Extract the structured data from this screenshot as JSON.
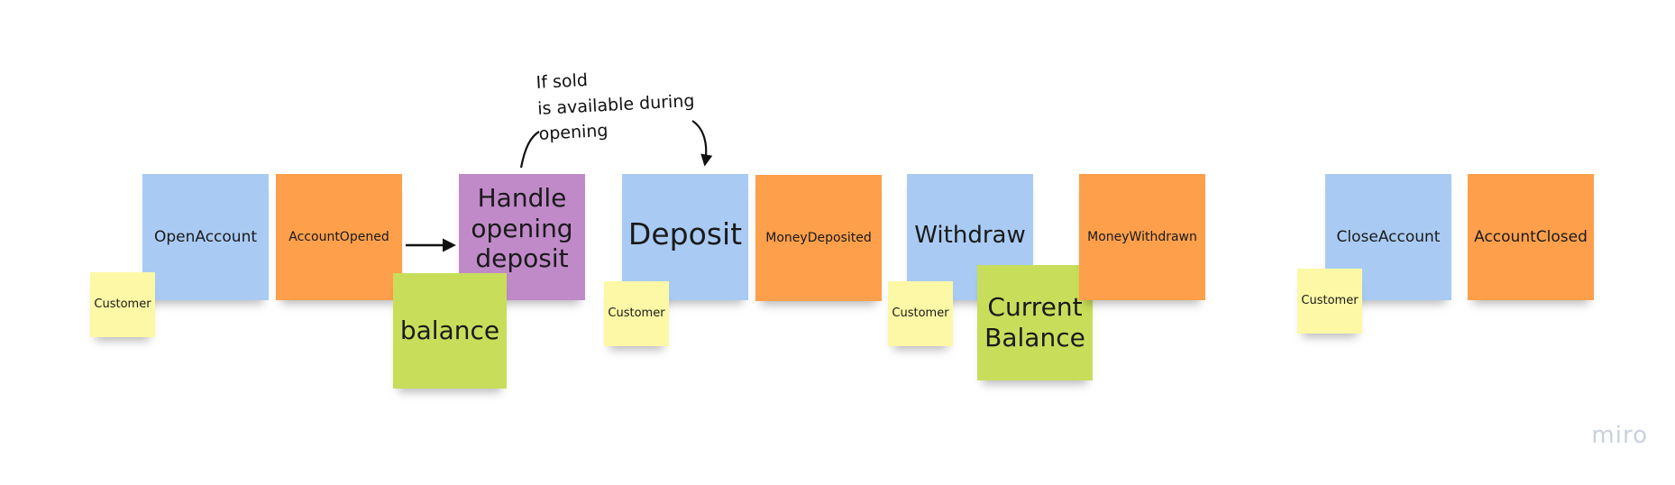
{
  "notes": {
    "open_account": "OpenAccount",
    "account_opened": "AccountOpened",
    "handle_opening_deposit": "Handle opening deposit",
    "balance": "balance",
    "deposit": "Deposit",
    "money_deposited": "MoneyDeposited",
    "withdraw": "Withdraw",
    "money_withdrawn": "MoneyWithdrawn",
    "current_balance": "Current Balance",
    "close_account": "CloseAccount",
    "account_closed": "AccountClosed",
    "customer_1": "Customer",
    "customer_2": "Customer",
    "customer_3": "Customer",
    "customer_4": "Customer"
  },
  "annotation": "If sold\nis available during\nopening",
  "watermark": "miro",
  "colors": {
    "command": "#a9cbf3",
    "event": "#fd9f4b",
    "policy": "#c08ac9",
    "read_model": "#c8de5b",
    "actor": "#fcf8a6"
  }
}
